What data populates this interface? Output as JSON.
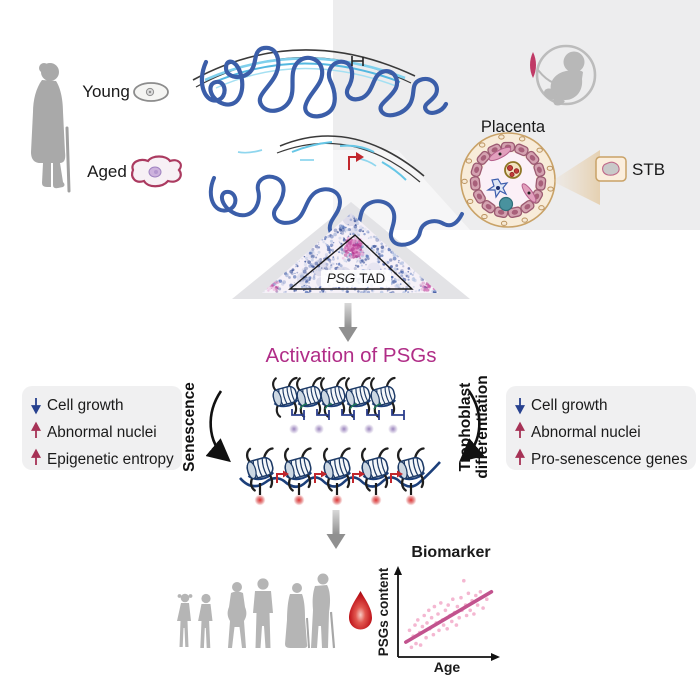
{
  "figure": {
    "top": {
      "young_label": "Young",
      "aged_label": "Aged",
      "placenta_label": "Placenta",
      "stb_label": "STB"
    },
    "tad": {
      "gene": "PSG",
      "rest": "TAD"
    },
    "activation_label": "Activation of PSGs",
    "senescence_label": "Senescence",
    "trophoblast_label_1": "Trophoblast",
    "trophoblast_label_2": "differentiation",
    "left_panel": {
      "items": [
        {
          "direction": "down",
          "label": "Cell growth"
        },
        {
          "direction": "up",
          "label": "Abnormal nuclei"
        },
        {
          "direction": "up",
          "label": "Epigenetic entropy"
        }
      ]
    },
    "right_panel": {
      "items": [
        {
          "direction": "down",
          "label": "Cell growth"
        },
        {
          "direction": "up",
          "label": "Abnormal nuclei"
        },
        {
          "direction": "up",
          "label": "Pro-senescence genes"
        }
      ]
    },
    "colors": {
      "activation_text": "#b02d87",
      "up_arrow": "#a63256",
      "down_arrow": "#27418f",
      "chromatin_ribbon": "#3b5ea9",
      "lamina_fiber": "#5cbfe2",
      "hic_blue": "#2c4a9b",
      "hic_magenta": "#c2429b",
      "blood_drop": "#c0161c"
    }
  },
  "chart_data": {
    "type": "scatter",
    "title": "Biomarker",
    "xlabel": "Age",
    "ylabel": "PSGs content",
    "x_range": [
      0,
      1
    ],
    "y_range": [
      0,
      1
    ],
    "grid": false,
    "legend": null,
    "point_color": "#f2aac9",
    "points": [
      [
        0.03,
        0.13
      ],
      [
        0.06,
        0.28
      ],
      [
        0.08,
        0.05
      ],
      [
        0.1,
        0.2
      ],
      [
        0.12,
        0.35
      ],
      [
        0.13,
        0.1
      ],
      [
        0.15,
        0.42
      ],
      [
        0.17,
        0.25
      ],
      [
        0.18,
        0.08
      ],
      [
        0.2,
        0.33
      ],
      [
        0.22,
        0.48
      ],
      [
        0.24,
        0.18
      ],
      [
        0.25,
        0.38
      ],
      [
        0.27,
        0.55
      ],
      [
        0.28,
        0.3
      ],
      [
        0.3,
        0.45
      ],
      [
        0.32,
        0.22
      ],
      [
        0.33,
        0.6
      ],
      [
        0.35,
        0.38
      ],
      [
        0.37,
        0.5
      ],
      [
        0.38,
        0.28
      ],
      [
        0.4,
        0.65
      ],
      [
        0.42,
        0.42
      ],
      [
        0.43,
        0.35
      ],
      [
        0.45,
        0.55
      ],
      [
        0.47,
        0.3
      ],
      [
        0.48,
        0.62
      ],
      [
        0.5,
        0.48
      ],
      [
        0.52,
        0.4
      ],
      [
        0.53,
        0.7
      ],
      [
        0.55,
        0.52
      ],
      [
        0.57,
        0.35
      ],
      [
        0.58,
        0.6
      ],
      [
        0.6,
        0.45
      ],
      [
        0.62,
        0.72
      ],
      [
        0.63,
        0.55
      ],
      [
        0.65,
        0.95
      ],
      [
        0.67,
        0.62
      ],
      [
        0.68,
        0.48
      ],
      [
        0.7,
        0.78
      ],
      [
        0.72,
        0.55
      ],
      [
        0.74,
        0.68
      ],
      [
        0.76,
        0.5
      ],
      [
        0.78,
        0.75
      ],
      [
        0.8,
        0.62
      ],
      [
        0.83,
        0.8
      ],
      [
        0.86,
        0.58
      ],
      [
        0.9,
        0.7
      ]
    ],
    "trend": {
      "x1": 0.02,
      "y1": 0.12,
      "x2": 0.95,
      "y2": 0.8,
      "color": "#c2538e"
    }
  }
}
